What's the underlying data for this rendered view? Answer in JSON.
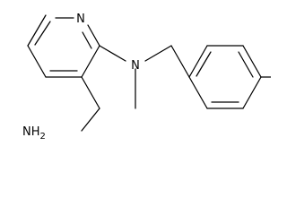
{
  "molecule": {
    "atoms": {
      "ring_nitrogen": "N",
      "amine_nitrogen": "N",
      "aminomethyl_group": "NH",
      "aminomethyl_subscript": "2"
    }
  }
}
